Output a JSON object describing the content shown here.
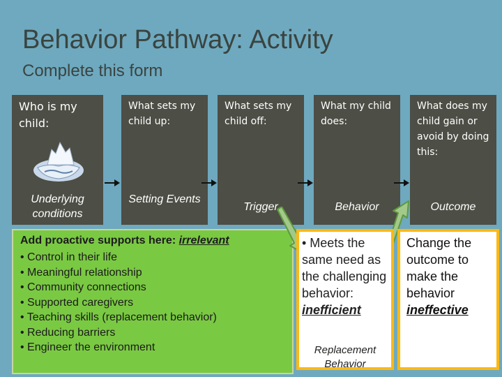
{
  "title": "Behavior Pathway: Activity",
  "subtitle": "Complete this form",
  "columns": [
    {
      "question": "Who is my child:",
      "label": "Underlying conditions"
    },
    {
      "question": "What sets my child up:",
      "label": "Setting Events"
    },
    {
      "question": "What sets my child off:",
      "label": "Trigger"
    },
    {
      "question": "What  my child does:",
      "label": "Behavior"
    },
    {
      "question": "What does my child gain or avoid by doing this:",
      "label": "Outcome"
    }
  ],
  "supports": {
    "heading": "Add proactive supports here: ",
    "heading_emphasis": "irrelevant",
    "items": [
      "• Control in their life",
      "• Meaningful relationship",
      "• Community connections",
      "• Supported caregivers",
      "• Teaching skills (replacement behavior)",
      "• Reducing barriers",
      "• Engineer the environment"
    ]
  },
  "replacement": {
    "text": "• Meets the same need as the challenging behavior: ",
    "emphasis": "inefficient",
    "caption": "Replacement Behavior"
  },
  "outcome_change": {
    "text": "Change the outcome to make the behavior ",
    "emphasis": "ineffective"
  },
  "colors": {
    "background": "#6ea9bf",
    "column": "#4d4e45",
    "green": "#7ac943",
    "gold": "#fdb813"
  },
  "icons": [
    "iceberg-icon",
    "arrow-right-icon",
    "hollow-arrow-icon"
  ]
}
